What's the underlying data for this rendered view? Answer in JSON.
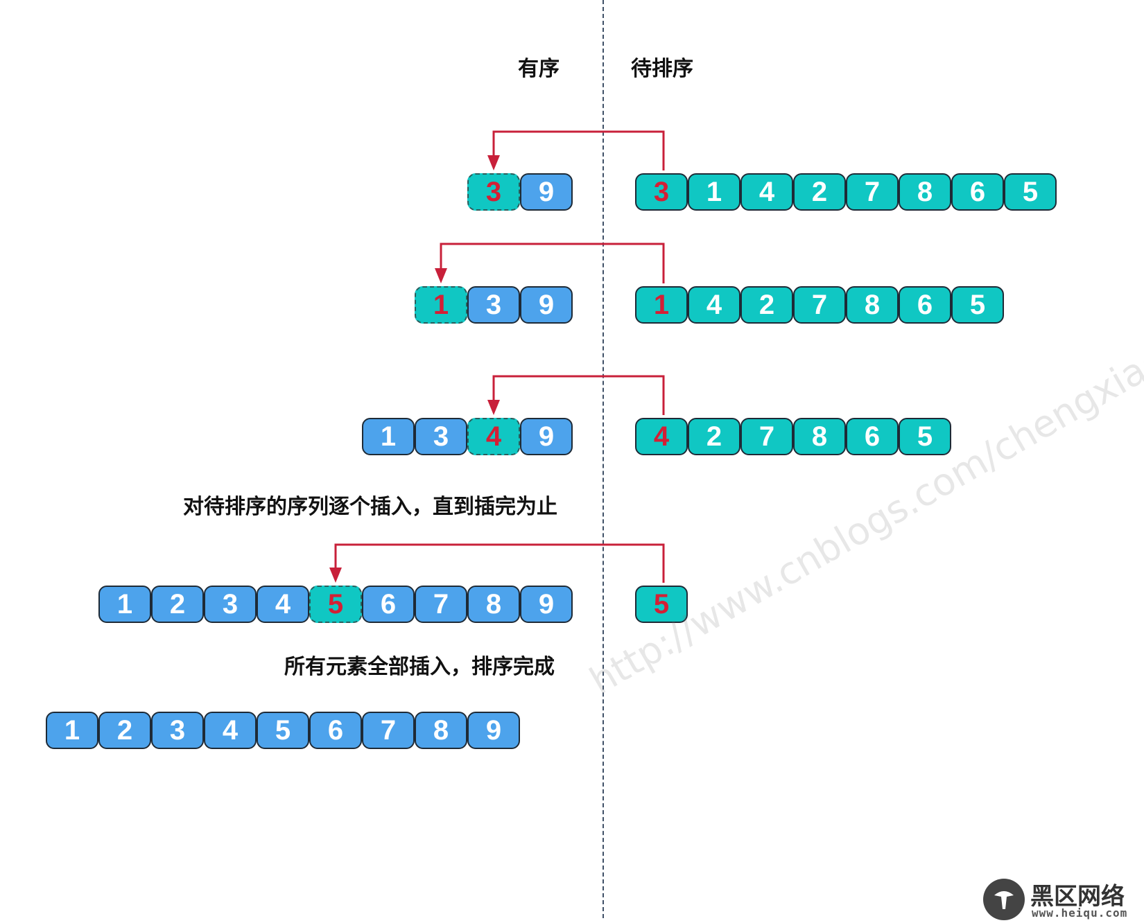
{
  "headers": {
    "sorted": "有序",
    "unsorted": "待排序"
  },
  "captions": {
    "repeat": "对待排序的序列逐个插入，直到插完为止",
    "done": "所有元素全部插入，排序完成"
  },
  "watermark": "http://www.cnblogs.com/chengxiao/",
  "logo": {
    "name": "黑区网络",
    "url": "www.heiqu.com"
  },
  "colors": {
    "sorted": "#4da3ec",
    "unsorted": "#10c7c3",
    "arrow": "#c8203a",
    "highlight_text": "#d41f35",
    "border": "#1e2a36"
  },
  "steps": [
    {
      "sorted": [
        "3",
        "9"
      ],
      "inserted_index": 0,
      "unsorted": [
        "3",
        "1",
        "4",
        "2",
        "7",
        "8",
        "6",
        "5"
      ]
    },
    {
      "sorted": [
        "1",
        "3",
        "9"
      ],
      "inserted_index": 0,
      "unsorted": [
        "1",
        "4",
        "2",
        "7",
        "8",
        "6",
        "5"
      ]
    },
    {
      "sorted": [
        "1",
        "3",
        "4",
        "9"
      ],
      "inserted_index": 2,
      "unsorted": [
        "4",
        "2",
        "7",
        "8",
        "6",
        "5"
      ]
    },
    {
      "sorted": [
        "1",
        "2",
        "3",
        "4",
        "5",
        "6",
        "7",
        "8",
        "9"
      ],
      "inserted_index": 4,
      "unsorted": [
        "5"
      ]
    }
  ],
  "final": [
    "1",
    "2",
    "3",
    "4",
    "5",
    "6",
    "7",
    "8",
    "9"
  ]
}
